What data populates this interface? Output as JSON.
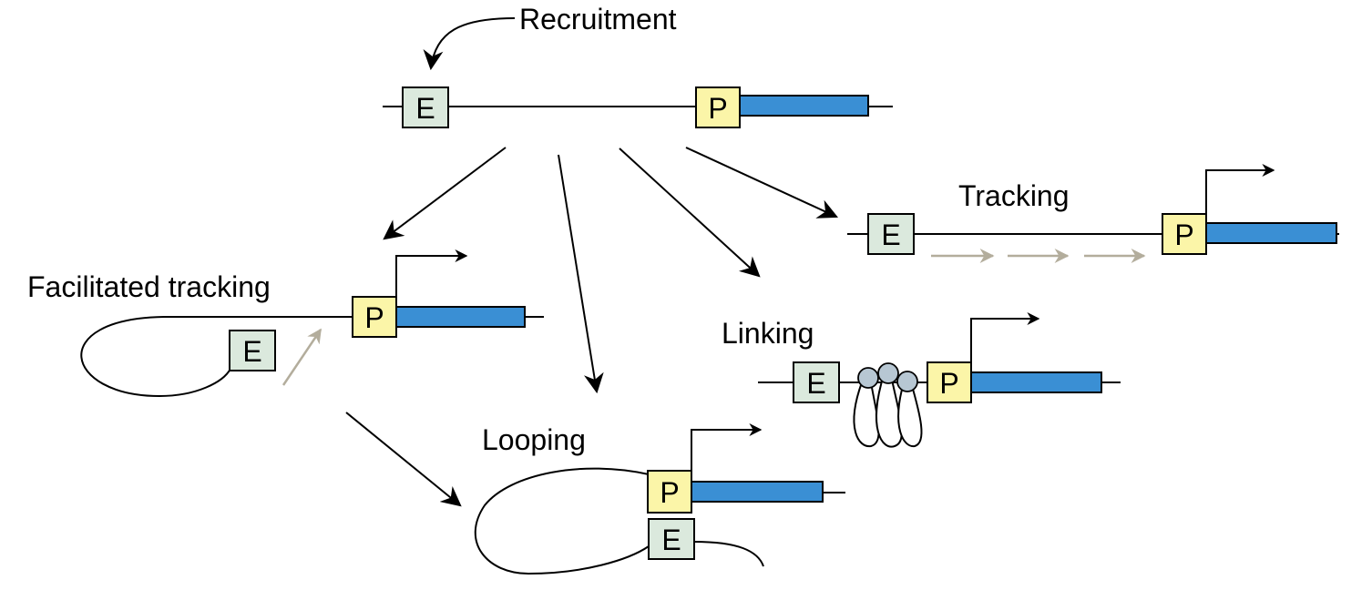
{
  "labels": {
    "recruitment": "Recruitment",
    "tracking": "Tracking",
    "facilitated_tracking": "Facilitated tracking",
    "linking": "Linking",
    "looping": "Looping"
  },
  "elements": {
    "enhancer": "E",
    "promoter": "P"
  },
  "colors": {
    "enhancer_fill": "#dbe9dd",
    "promoter_fill": "#fbf5a8",
    "gene_fill": "#3a8fd4",
    "tracking_arrow": "#b3ad9c",
    "protein_fill": "#b7c7d3"
  }
}
